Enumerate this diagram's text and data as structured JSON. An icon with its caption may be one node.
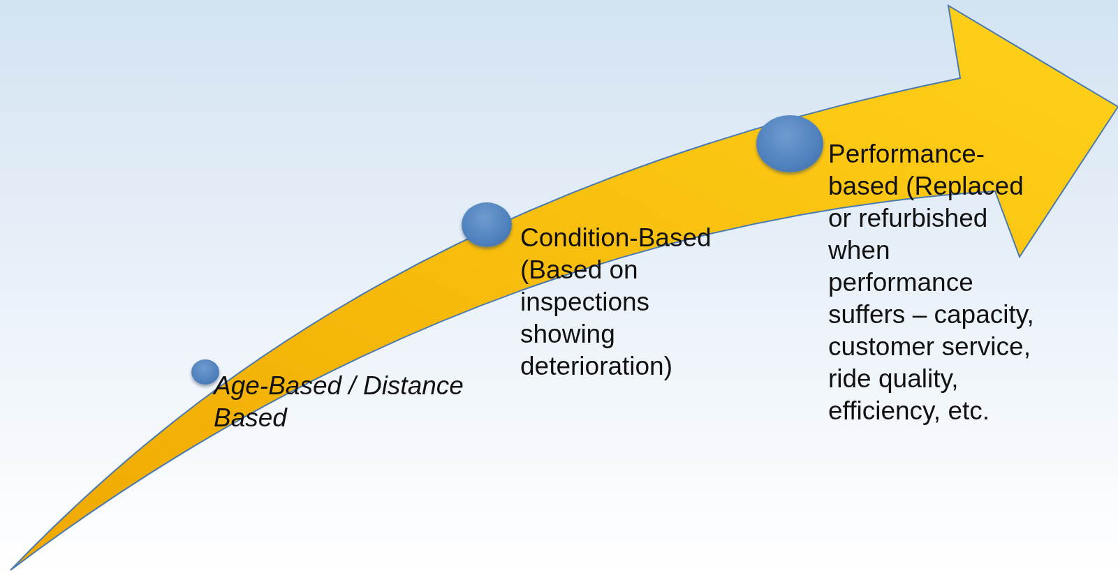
{
  "diagram": {
    "nodes": [
      {
        "text": [],
        "shape": "circle",
        "beside": [
          "Age-Based / Distance Based"
        ]
      },
      {
        "text": [],
        "shape": "circle",
        "beside": [
          "Condition-Based (Based on inspections showing deterioration)"
        ]
      },
      {
        "text": [],
        "shape": "circle",
        "beside": [
          "Performance-based (Replaced or refurbished when performance suffers – capacity, customer service, ride quality, efficiency, etc."
        ]
      }
    ]
  }
}
